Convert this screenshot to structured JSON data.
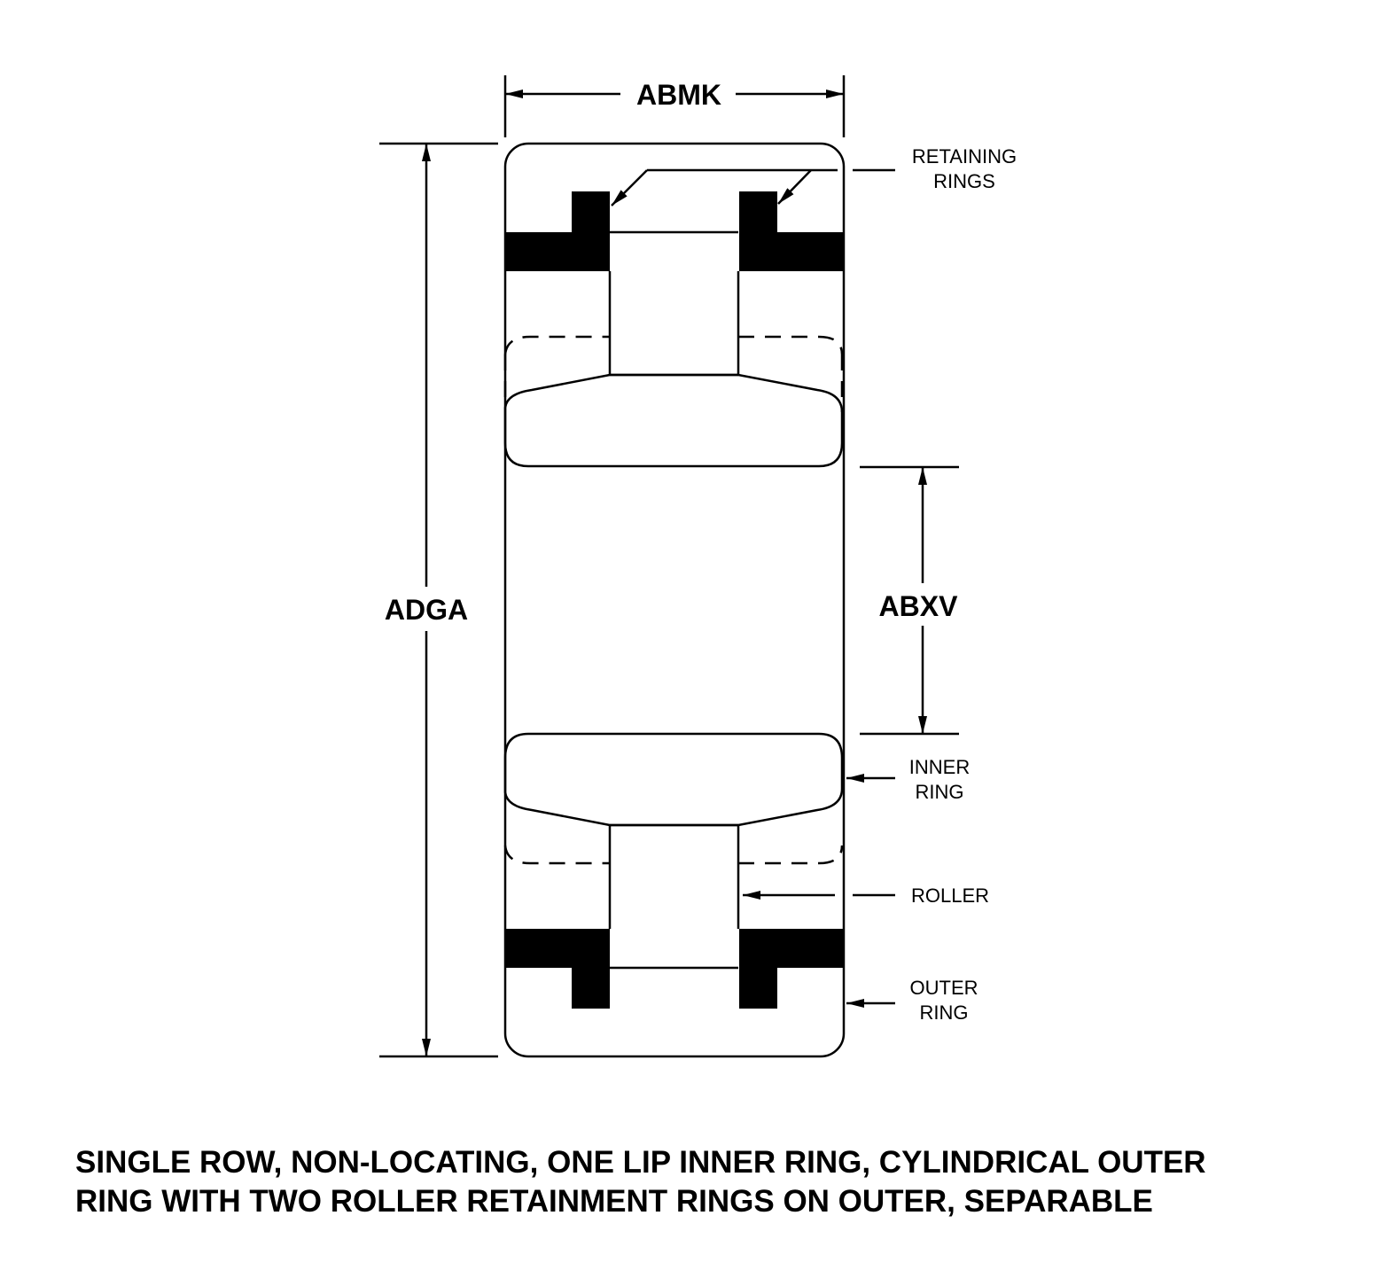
{
  "dimensions": {
    "width_label": "ABMK",
    "outer_diameter_label": "ADGA",
    "bore_label": "ABXV"
  },
  "callouts": {
    "retaining_rings_line1": "RETAINING",
    "retaining_rings_line2": "RINGS",
    "inner_ring_line1": "INNER",
    "inner_ring_line2": "RING",
    "roller": "ROLLER",
    "outer_ring_line1": "OUTER",
    "outer_ring_line2": "RING"
  },
  "caption": {
    "line1": "SINGLE ROW, NON-LOCATING, ONE LIP INNER RING, CYLINDRICAL OUTER",
    "line2": "RING WITH TWO ROLLER RETAINMENT RINGS ON OUTER, SEPARABLE"
  },
  "colors": {
    "ink": "#000000",
    "paper": "#ffffff"
  }
}
